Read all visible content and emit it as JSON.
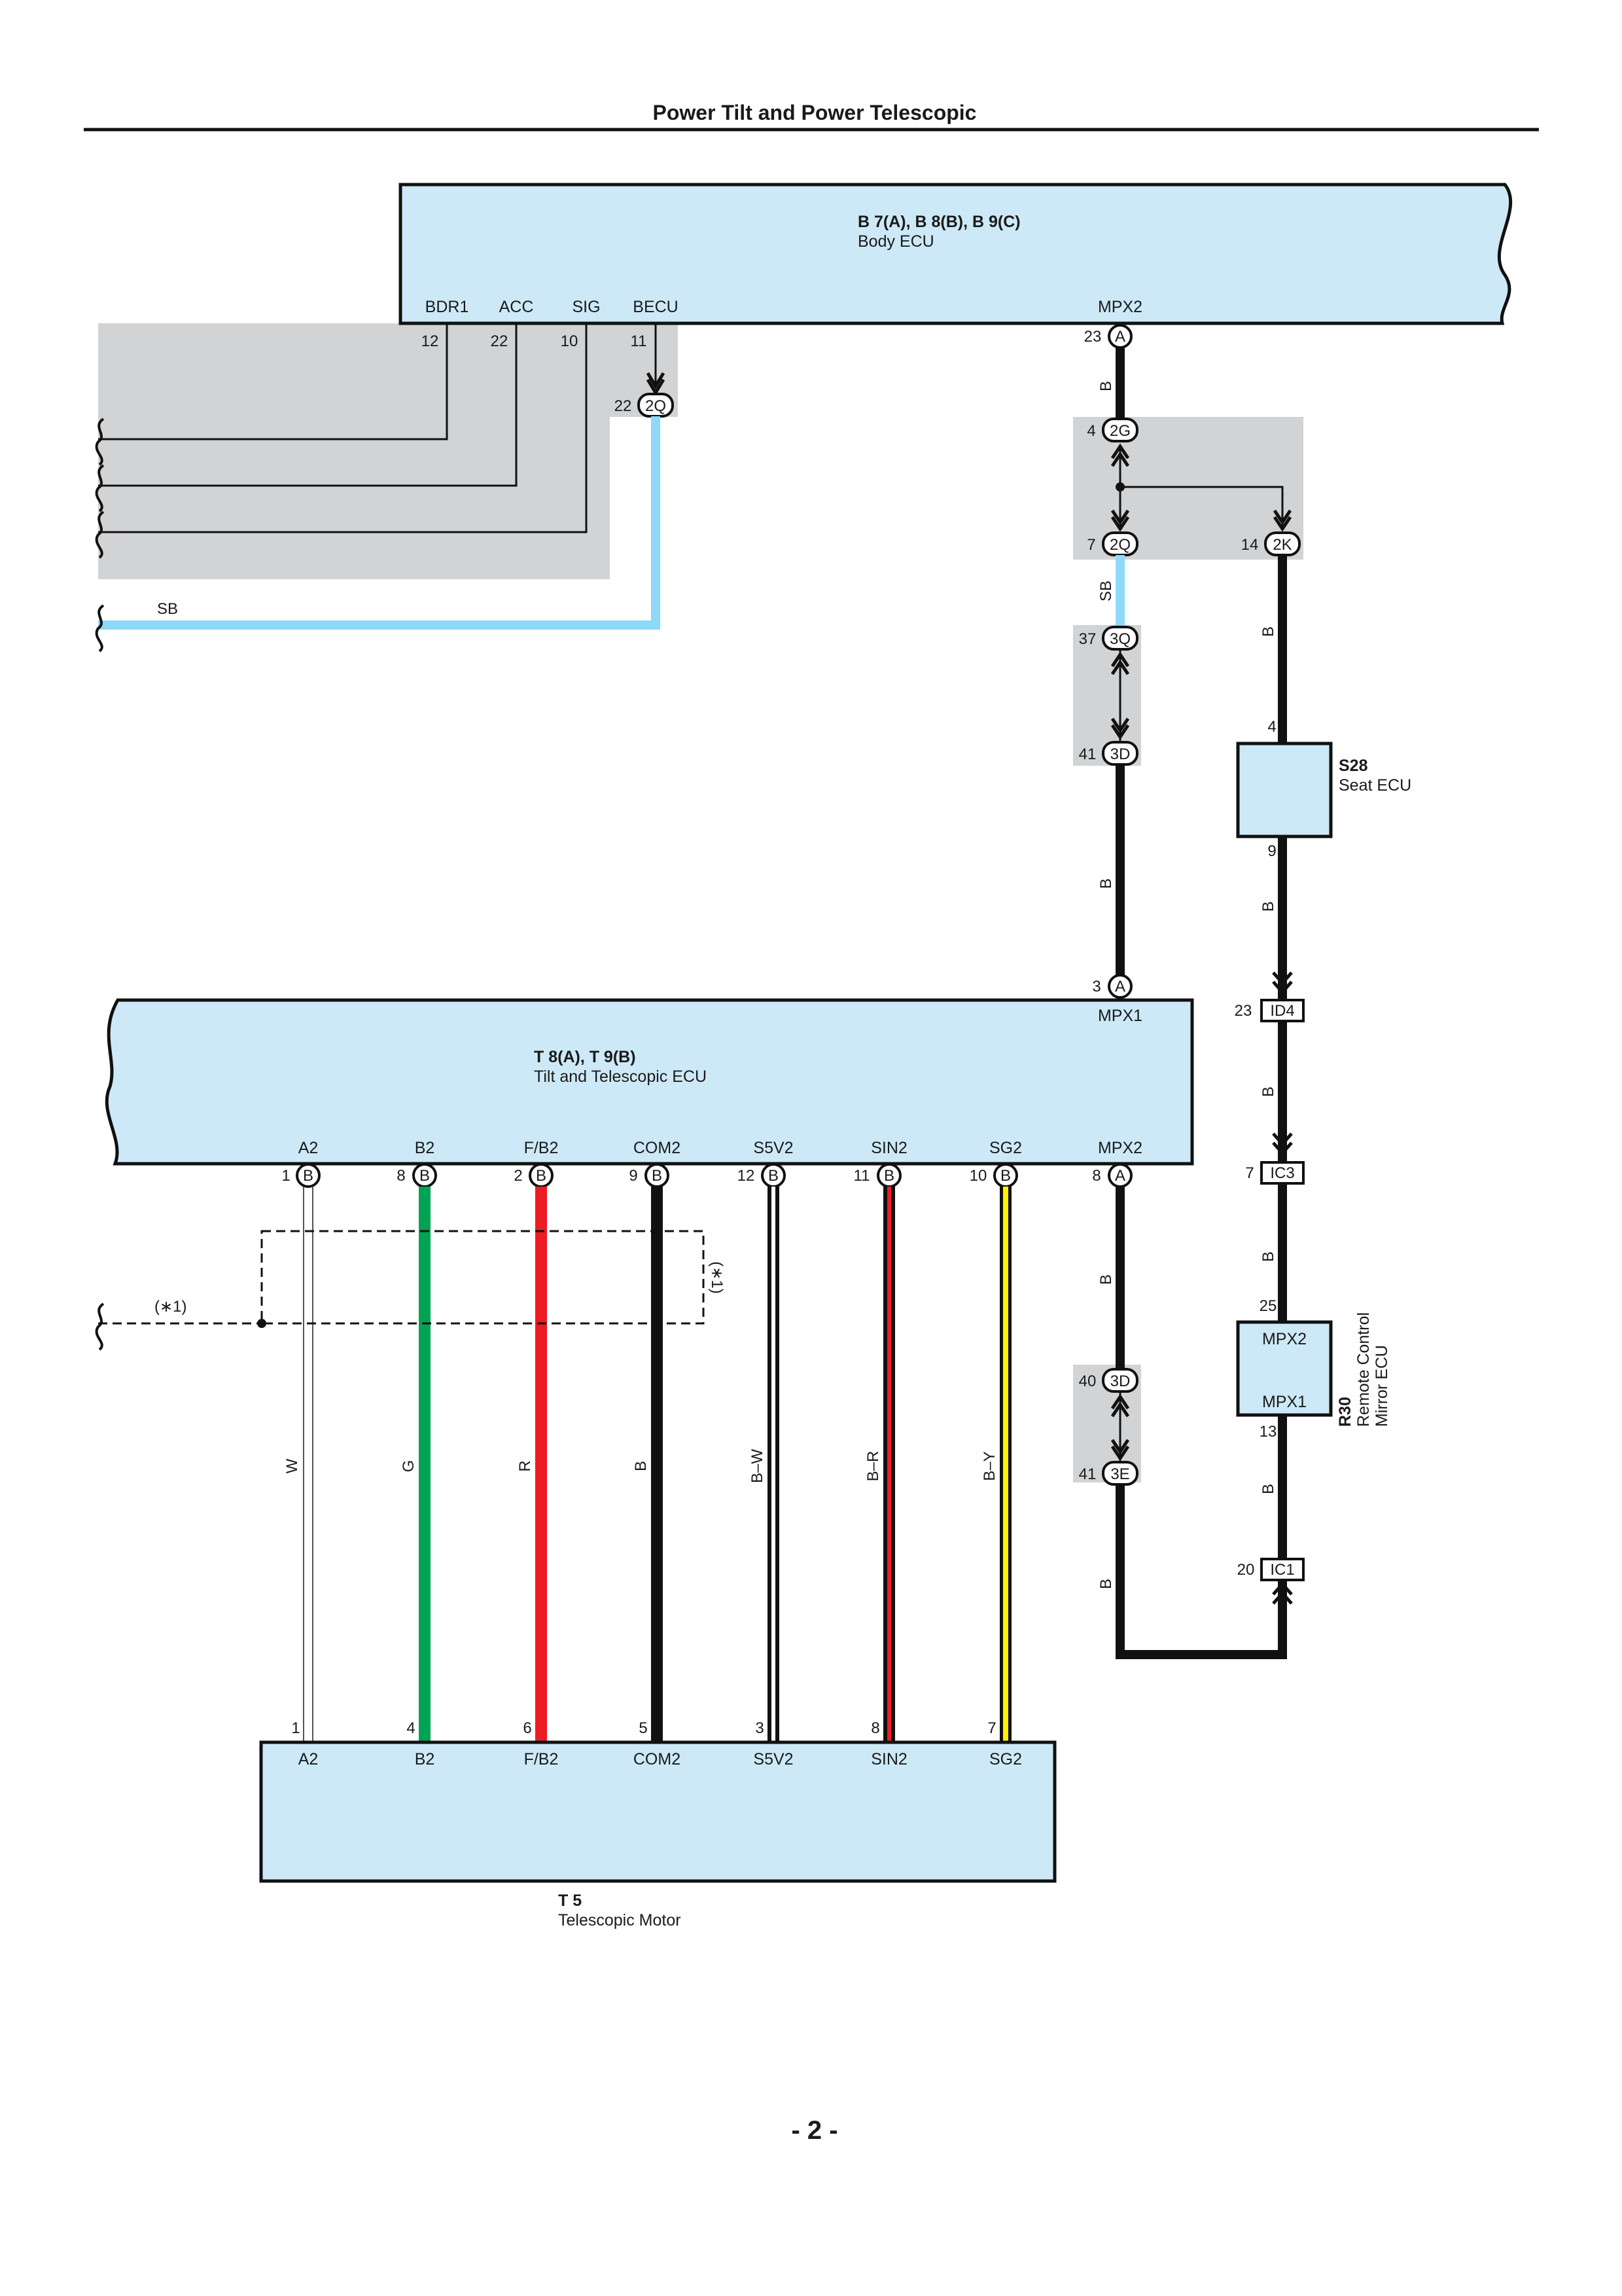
{
  "header": {
    "title": "Power Tilt and Power Telescopic"
  },
  "footer": {
    "page": "- 2 -"
  },
  "colors": {
    "ecu_fill": "#cde9f7",
    "junction_gray": "#d2d3d5",
    "wire_black": "#111111",
    "wire_sky_blue": "#8fd8f7",
    "wire_green": "#00a352",
    "wire_red": "#ed1c24",
    "wire_yellow": "#fff200"
  },
  "body_ecu": {
    "code": "B 7(A), B 8(B), B 9(C)",
    "name": "Body ECU",
    "terminals": [
      {
        "name": "BDR1",
        "pin": "12"
      },
      {
        "name": "ACC",
        "pin": "22"
      },
      {
        "name": "SIG",
        "pin": "10"
      },
      {
        "name": "BECU",
        "pin": "11"
      },
      {
        "name": "MPX2",
        "pin": "23",
        "connector": "A"
      }
    ]
  },
  "tilt_ecu": {
    "code": "T 8(A), T 9(B)",
    "name": "Tilt and Telescopic ECU",
    "mpx1": {
      "name": "MPX1",
      "pin": "3",
      "connector": "A"
    },
    "terminals": [
      {
        "name": "A2",
        "pin": "1",
        "connector": "B",
        "wire": "W"
      },
      {
        "name": "B2",
        "pin": "8",
        "connector": "B",
        "wire": "G"
      },
      {
        "name": "F/B2",
        "pin": "2",
        "connector": "B",
        "wire": "R"
      },
      {
        "name": "COM2",
        "pin": "9",
        "connector": "B",
        "wire": "B"
      },
      {
        "name": "S5V2",
        "pin": "12",
        "connector": "B",
        "wire": "B–W"
      },
      {
        "name": "SIN2",
        "pin": "11",
        "connector": "B",
        "wire": "B–R"
      },
      {
        "name": "SG2",
        "pin": "10",
        "connector": "B",
        "wire": "B–Y"
      },
      {
        "name": "MPX2",
        "pin": "8",
        "connector": "A",
        "wire": "B"
      }
    ]
  },
  "motor": {
    "code": "T 5",
    "name": "Telescopic Motor",
    "terminals": [
      {
        "name": "A2",
        "pin": "1"
      },
      {
        "name": "B2",
        "pin": "4"
      },
      {
        "name": "F/B2",
        "pin": "6"
      },
      {
        "name": "COM2",
        "pin": "5"
      },
      {
        "name": "S5V2",
        "pin": "3"
      },
      {
        "name": "SIN2",
        "pin": "8"
      },
      {
        "name": "SG2",
        "pin": "7"
      }
    ]
  },
  "seat_ecu": {
    "code": "S28",
    "name": "Seat ECU",
    "pin_in": "4",
    "pin_out": "9"
  },
  "mirror_ecu": {
    "code": "R30",
    "name_line1": "Remote Control",
    "name_line2": "Mirror ECU",
    "mpx2": "MPX2",
    "mpx1": "MPX1",
    "pin_in": "25",
    "pin_out": "13"
  },
  "junctions": {
    "j2q_becu": {
      "pin": "22",
      "label": "2Q"
    },
    "j2g": {
      "pin": "4",
      "label": "2G"
    },
    "j2q": {
      "pin": "7",
      "label": "2Q"
    },
    "j2k": {
      "pin": "14",
      "label": "2K"
    },
    "j3q": {
      "pin": "37",
      "label": "3Q"
    },
    "j3d_top": {
      "pin": "41",
      "label": "3D"
    },
    "j3d_bot": {
      "pin": "40",
      "label": "3D"
    },
    "j3e": {
      "pin": "41",
      "label": "3E"
    }
  },
  "connectors": {
    "id4": {
      "pin": "23",
      "label": "ID4"
    },
    "ic3": {
      "pin": "7",
      "label": "IC3"
    },
    "ic1": {
      "pin": "20",
      "label": "IC1"
    }
  },
  "wire_colors": {
    "sb": "SB",
    "b": "B"
  },
  "shield_note": "(∗1)"
}
